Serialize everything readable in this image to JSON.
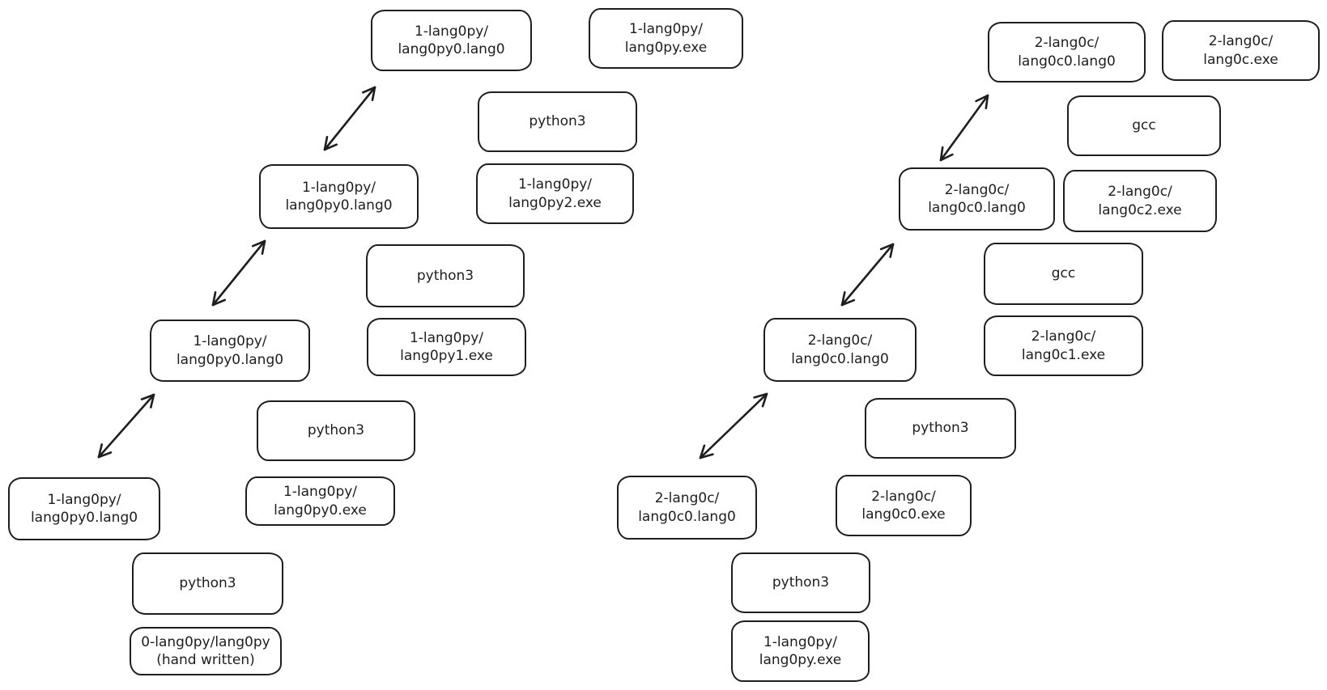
{
  "colors": {
    "stroke": "#1e1e1e",
    "background": "#ffffff"
  },
  "nodes": {
    "l_src_3": "1-lang0py/\nlang0py0.lang0",
    "l_exe_final": "1-lang0py/\nlang0py.exe",
    "l_runtime_3": "python3",
    "l_exe_2": "1-lang0py/\nlang0py2.exe",
    "l_src_2": "1-lang0py/\nlang0py0.lang0",
    "l_runtime_2": "python3",
    "l_exe_1": "1-lang0py/\nlang0py1.exe",
    "l_src_1": "1-lang0py/\nlang0py0.lang0",
    "l_runtime_1": "python3",
    "l_exe_0": "1-lang0py/\nlang0py0.exe",
    "l_src_0": "1-lang0py/\nlang0py0.lang0",
    "l_runtime_0": "python3",
    "l_origin": "0-lang0py/lang0py\n(hand written)",
    "r_src_3": "2-lang0c/\nlang0c0.lang0",
    "r_exe_final": "2-lang0c/\nlang0c.exe",
    "r_cc_3": "gcc",
    "r_exe_2": "2-lang0c/\nlang0c2.exe",
    "r_src_2": "2-lang0c/\nlang0c0.lang0",
    "r_cc_2": "gcc",
    "r_exe_1": "2-lang0c/\nlang0c1.exe",
    "r_src_1": "2-lang0c/\nlang0c0.lang0",
    "r_runtime_1": "python3",
    "r_exe_0": "2-lang0c/\nlang0c0.exe",
    "r_src_0": "2-lang0c/\nlang0c0.lang0",
    "r_runtime_0": "python3",
    "r_bootstrap_exe": "1-lang0py/\nlang0py.exe"
  }
}
